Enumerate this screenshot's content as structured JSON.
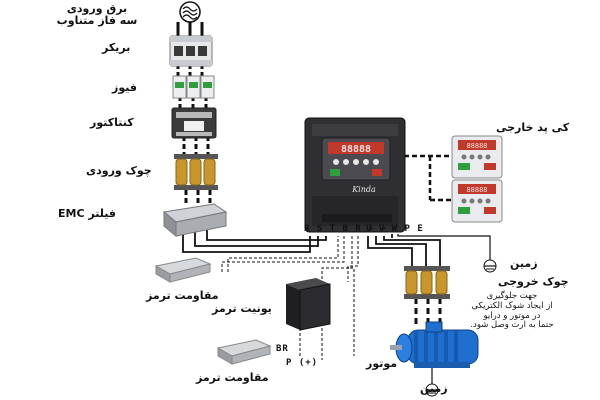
{
  "labels": {
    "power_input": [
      "برق ورودی",
      "سه فاز متناوب"
    ],
    "breaker": "بریکر",
    "fuse": "فیوز",
    "contactor": "کنتاکتور",
    "input_choke": "چوک ورودی",
    "emc_filter": "فیلتر EMC",
    "remote_keypad": "کی پد خارجی",
    "ground_right": "زمین",
    "output_choke": "چوک خروجی",
    "choke_note": [
      "جهت جلوگیری",
      "از ایجاد شوک الکتریکی",
      "در موتور و درایو",
      "حتما به ارت وصل شود."
    ],
    "brake_resistor_top": "مقاومت ترمز",
    "brake_unit": "یونیت ترمز",
    "motor": "موتور",
    "brake_resistor_bottom": "مقاومت ترمز",
    "ground_bottom": "زمین"
  },
  "terminals": {
    "input_row": "R S T B R + -",
    "output_row": "U V W P E",
    "brake_unit_br": "BR",
    "brake_unit_p": "P (+)"
  },
  "drive": {
    "brand": "Kinda",
    "display": "88888"
  },
  "keypads": [
    {
      "display": "88888"
    },
    {
      "display": "88888"
    }
  ],
  "colors": {
    "drive_body": "#2f2f33",
    "display": "#c0392b",
    "green_button": "#2e9e3e",
    "red_button": "#c0392b",
    "choke_coil": "#c9962b",
    "motor": "#1f6fd0",
    "wire": "#111111"
  }
}
